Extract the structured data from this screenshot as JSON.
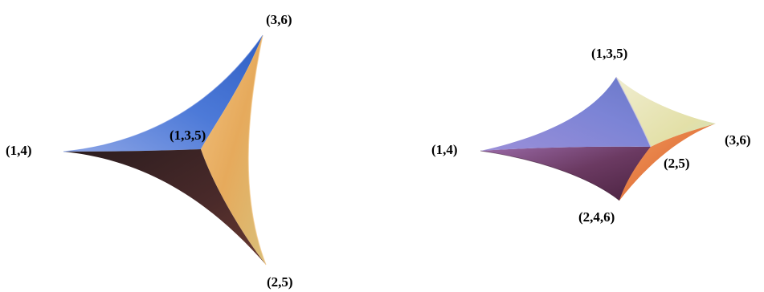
{
  "left_figure": {
    "labels": {
      "top": "(3,6)",
      "left": "(1,4)",
      "center": "(1,3,5)",
      "bottom": "(2,5)"
    },
    "face_colors": [
      "#4a78d6",
      "#e6aa5c",
      "#3a1f22"
    ]
  },
  "right_figure": {
    "labels": {
      "top": "(1,3,5)",
      "left": "(1,4)",
      "right": "(3,6)",
      "inner": "(2,5)",
      "bottom": "(2,4,6)"
    },
    "face_colors": [
      "#7c84d6",
      "#e9e7b8",
      "#5b2c50",
      "#e2733c"
    ]
  }
}
